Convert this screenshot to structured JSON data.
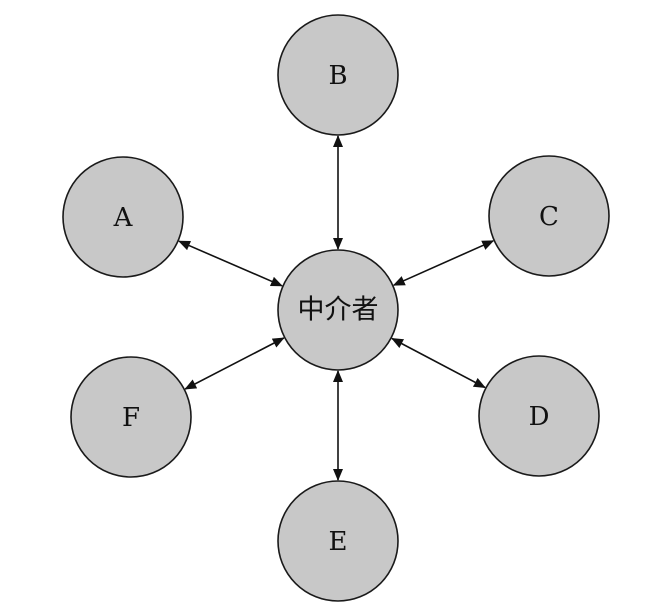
{
  "diagram": {
    "center": {
      "id": "mediator",
      "label": "中介者"
    },
    "nodes": [
      {
        "id": "A",
        "label": "A"
      },
      {
        "id": "B",
        "label": "B"
      },
      {
        "id": "C",
        "label": "C"
      },
      {
        "id": "D",
        "label": "D"
      },
      {
        "id": "E",
        "label": "E"
      },
      {
        "id": "F",
        "label": "F"
      }
    ],
    "edges": [
      {
        "from": "mediator",
        "to": "A",
        "direction": "both"
      },
      {
        "from": "mediator",
        "to": "B",
        "direction": "both"
      },
      {
        "from": "mediator",
        "to": "C",
        "direction": "both"
      },
      {
        "from": "mediator",
        "to": "D",
        "direction": "both"
      },
      {
        "from": "mediator",
        "to": "E",
        "direction": "both"
      },
      {
        "from": "mediator",
        "to": "F",
        "direction": "both"
      }
    ],
    "colors": {
      "node_fill": "#c8c8c8",
      "stroke": "#1a1a1a",
      "text": "#111111"
    }
  }
}
